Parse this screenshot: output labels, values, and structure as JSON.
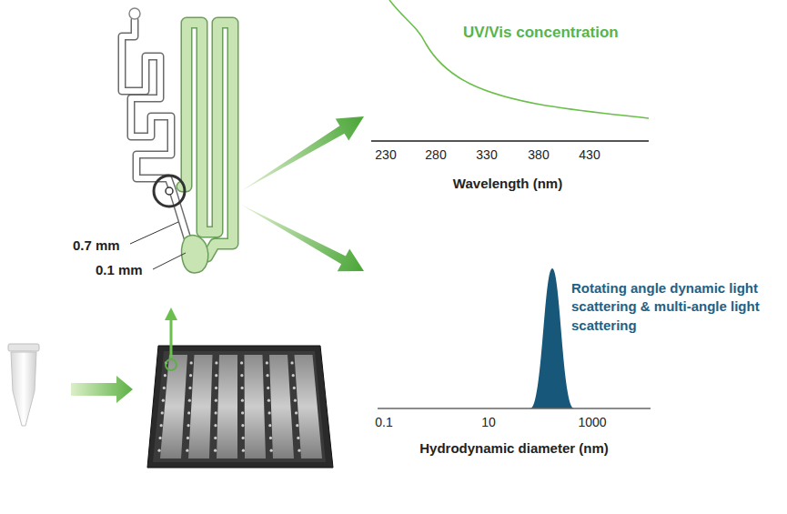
{
  "diagram": {
    "labels": [
      "UV/Vis concentration",
      "230",
      "280",
      "330",
      "380",
      "430",
      "Wavelength (nm)",
      "0.7 mm",
      "0.1 mm",
      "Rotating angle dynamic light scattering & multi-angle light scattering",
      "0.1",
      "10",
      "1000",
      "Hydrodynamic diameter (nm)"
    ]
  }
}
